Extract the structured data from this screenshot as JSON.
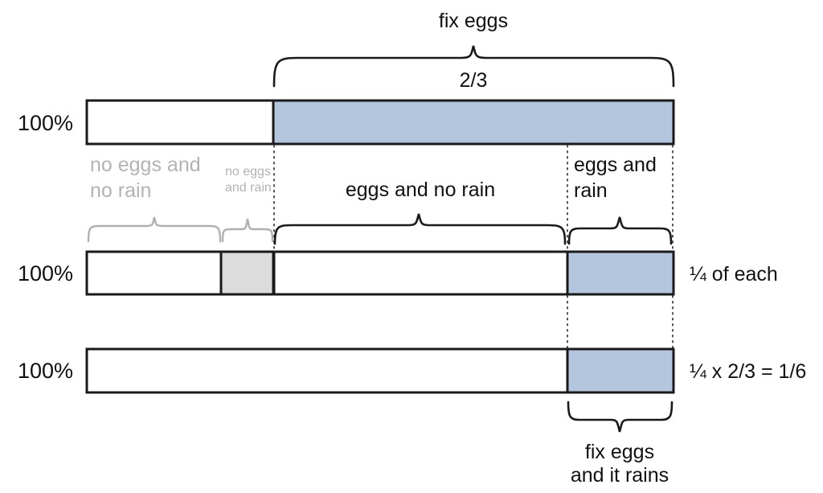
{
  "diagram": {
    "title_top": "fix eggs",
    "fraction_top": "2/3",
    "rows": [
      {
        "axis_label": "100%",
        "right_label": "",
        "segments": [
          {
            "name": "no-eggs",
            "fill": "#ffffff",
            "from_pct": 0,
            "to_pct": 31.8
          },
          {
            "name": "eggs",
            "fill": "#b3c6de",
            "from_pct": 31.8,
            "to_pct": 100
          }
        ]
      },
      {
        "axis_label": "100%",
        "right_label": "¼ of each",
        "segments": [
          {
            "name": "no-eggs-and-no-rain",
            "fill": "#ffffff",
            "from_pct": 0,
            "to_pct": 22.9
          },
          {
            "name": "no-eggs-and-rain",
            "fill": "#dcdcdc",
            "from_pct": 22.9,
            "to_pct": 31.8
          },
          {
            "name": "eggs-and-no-rain",
            "fill": "#ffffff",
            "from_pct": 31.8,
            "to_pct": 81.9
          },
          {
            "name": "eggs-and-rain",
            "fill": "#b3c6de",
            "from_pct": 81.9,
            "to_pct": 100
          }
        ]
      },
      {
        "axis_label": "100%",
        "right_label": "¼ x 2/3 = 1/6",
        "segments": [
          {
            "name": "other",
            "fill": "#ffffff",
            "from_pct": 0,
            "to_pct": 81.9
          },
          {
            "name": "fix-eggs-and-it-rains",
            "fill": "#b3c6de",
            "from_pct": 81.9,
            "to_pct": 100
          }
        ]
      }
    ],
    "category_labels": {
      "no_eggs_no_rain": "no eggs and\nno rain",
      "no_eggs_no_rain_l1": "no eggs and",
      "no_eggs_no_rain_l2": "no rain",
      "no_eggs_and_rain_l1": "no eggs",
      "no_eggs_and_rain_l2": "and rain",
      "eggs_and_no_rain": "eggs and no rain",
      "eggs_and_rain_l1": "eggs and",
      "eggs_and_rain_l2": "rain",
      "bottom_l1": "fix eggs",
      "bottom_l2": "and it rains"
    },
    "colors": {
      "blue_fill": "#b3c6de",
      "gray_fill": "#dcdcdc",
      "outline": "#1a1a1a",
      "gray_text": "#b3b3b3",
      "text": "#111111"
    }
  }
}
